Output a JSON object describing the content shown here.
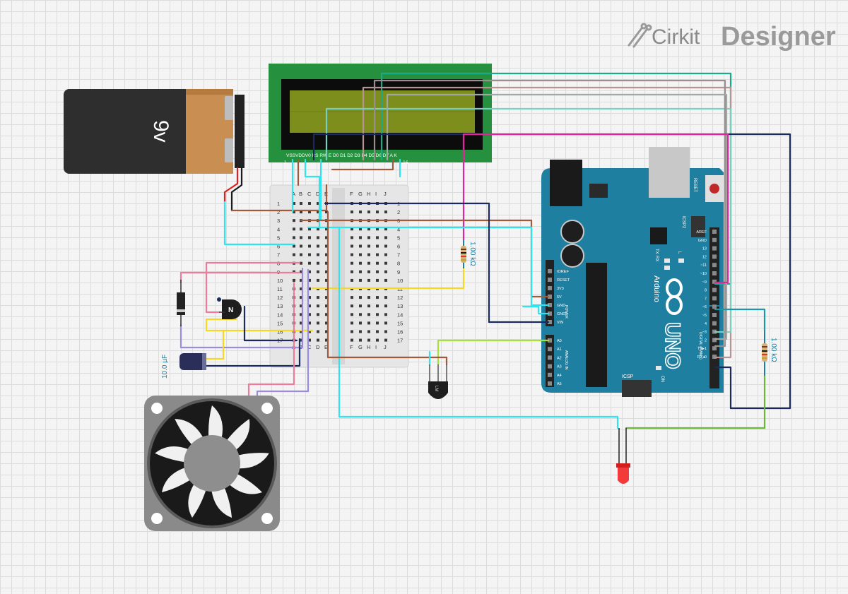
{
  "brand": {
    "name_a": "Cirkit",
    "name_b": "Designer"
  },
  "battery": {
    "label": "9v"
  },
  "lcd": {
    "pin_labels": "VSSVDDV0 RS RW E D0 D1 D2 D3 D4 D5 D6 D7 A K",
    "pin_first": "1",
    "pin_last": "16"
  },
  "breadboard": {
    "cols_left": [
      "A",
      "B",
      "C",
      "D",
      "E"
    ],
    "cols_right": [
      "F",
      "G",
      "H",
      "I",
      "J"
    ],
    "rows": [
      "1",
      "2",
      "3",
      "4",
      "5",
      "6",
      "7",
      "8",
      "9",
      "10",
      "11",
      "12",
      "13",
      "14",
      "15",
      "16",
      "17"
    ]
  },
  "resistor1": {
    "label": "1.00 kΩ"
  },
  "resistor2": {
    "label": "1.00 kΩ"
  },
  "capacitor": {
    "label": "10.0 µF"
  },
  "transistor": {
    "label": "N"
  },
  "sensor": {
    "label": "LM"
  },
  "arduino": {
    "board": "UNO",
    "brand": "Arduino",
    "reset": "RESET",
    "icsp2": "ICSP2",
    "icsp": "ICSP",
    "on": "ON",
    "tx": "TX",
    "rx": "RX",
    "l": "L",
    "power_header": "POWER",
    "analog_header": "ANALOG IN",
    "digital_header": "DIGITAL (PWM~)",
    "power_pins": [
      "IOREF",
      "RESET",
      "3V3",
      "5V",
      "GND",
      "GND",
      "VIN"
    ],
    "analog_pins": [
      "A0",
      "A1",
      "A2",
      "A3",
      "A4",
      "A5"
    ],
    "digital_pins": [
      "AREF",
      "GND",
      "13",
      "12",
      "~11",
      "~10",
      "~9",
      "8",
      "7",
      "~6",
      "~5",
      "4",
      "~3",
      "2",
      "TX▸1",
      "RX◂0"
    ]
  }
}
